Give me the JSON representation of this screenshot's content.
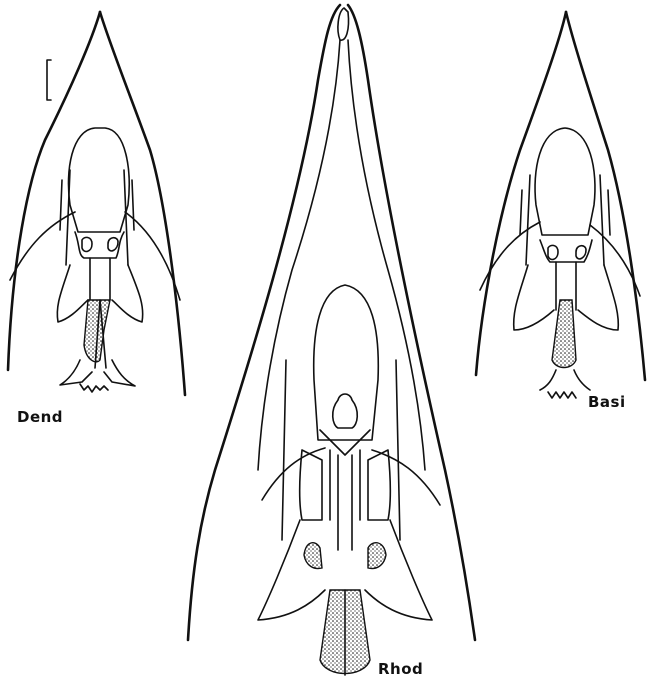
{
  "figure": {
    "panels": [
      {
        "key": "dend",
        "label": "Dend"
      },
      {
        "key": "basi",
        "label": "Basi"
      },
      {
        "key": "rhod",
        "label": "Rhod"
      }
    ],
    "colors": {
      "ink": "#111111",
      "paper": "#ffffff"
    }
  }
}
